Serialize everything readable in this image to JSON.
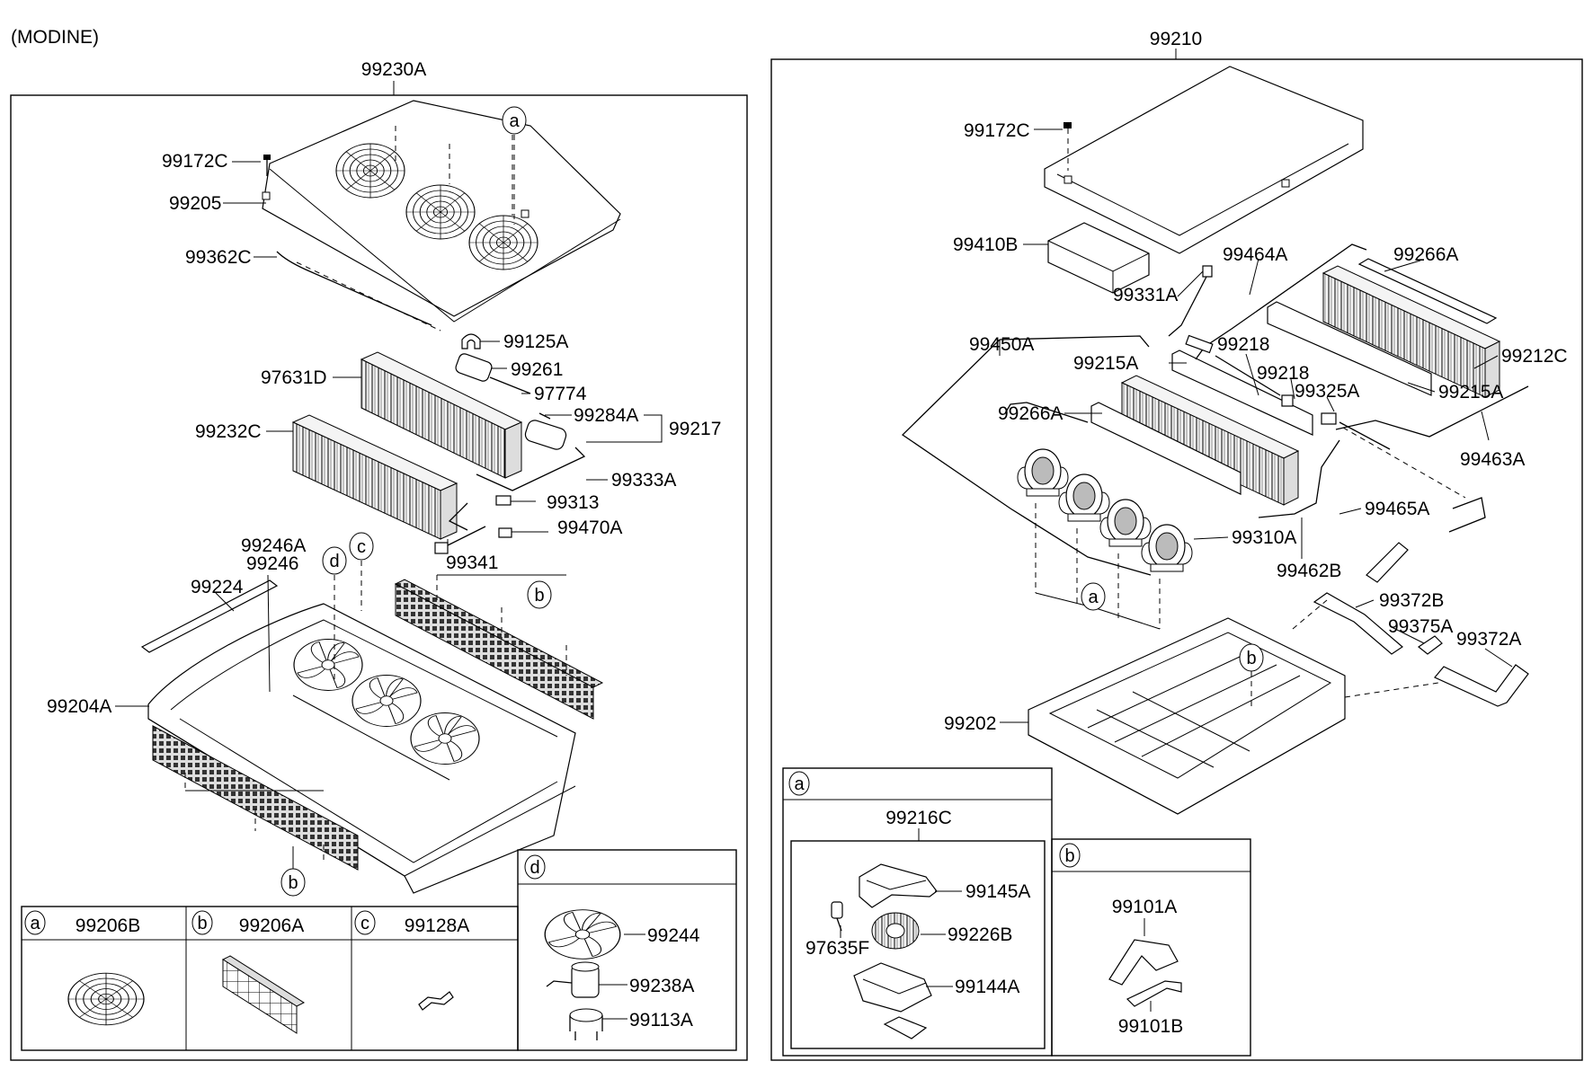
{
  "header": {
    "variant": "(MODINE)"
  },
  "left_assembly": {
    "part_no": "99230A",
    "labels": {
      "l1": "99172C",
      "l2": "99205",
      "l3": "99362C",
      "l4": "99125A",
      "l5": "99261",
      "l6": "97631D",
      "l7": "97774",
      "l8": "99284A",
      "l9": "99217",
      "l10": "99232C",
      "l11": "99333A",
      "l12": "99313",
      "l13": "99470A",
      "l14": "99341",
      "l15": "99246A",
      "l16": "99246",
      "l17": "99224",
      "l18": "99204A"
    },
    "callouts": {
      "a": "a",
      "b1": "b",
      "b2": "b",
      "c": "c",
      "d": "d"
    }
  },
  "right_assembly": {
    "part_no": "99210",
    "labels": {
      "r1": "99172C",
      "r2": "99410B",
      "r3": "99464A",
      "r4": "99266A",
      "r5": "99331A",
      "r6": "99450A",
      "r7": "99218",
      "r8": "99212C",
      "r9": "99215A",
      "r10": "99218",
      "r11": "99325A",
      "r12": "99215A",
      "r13": "99266A",
      "r14": "99463A",
      "r15": "99465A",
      "r16": "99310A",
      "r17": "99462B",
      "r18": "99372B",
      "r19": "99375A",
      "r20": "99372A",
      "r21": "99202"
    },
    "callouts": {
      "a": "a",
      "b": "b"
    }
  },
  "subpanels": {
    "a": {
      "tag": "a",
      "part_no": "99206B"
    },
    "b": {
      "tag": "b",
      "part_no": "99206A"
    },
    "c": {
      "tag": "c",
      "part_no": "99128A"
    },
    "d": {
      "tag": "d",
      "parts": [
        "99244",
        "99238A",
        "99113A"
      ]
    },
    "ra": {
      "tag": "a",
      "part_no": "99216C",
      "parts": [
        "99145A",
        "97635F",
        "99226B",
        "99144A"
      ]
    },
    "rb": {
      "tag": "b",
      "parts": [
        "99101A",
        "99101B"
      ]
    }
  }
}
